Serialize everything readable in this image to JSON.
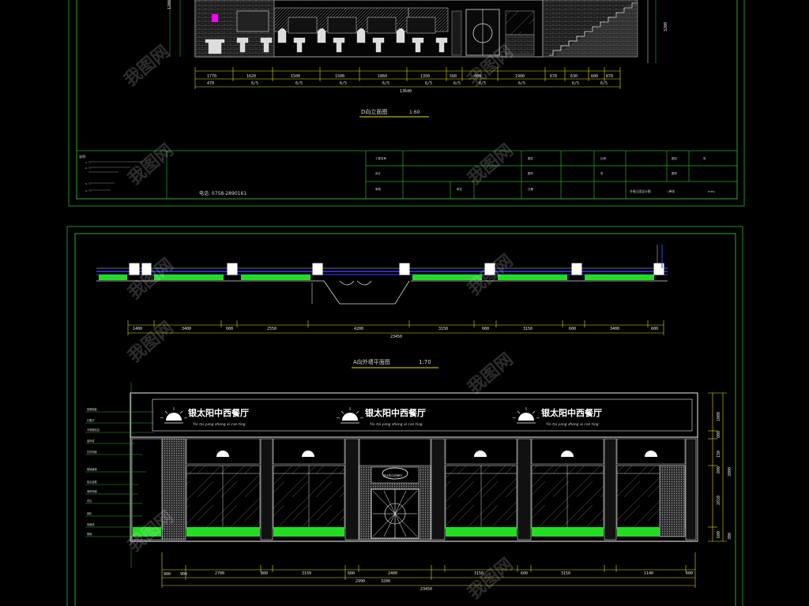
{
  "top_sheet": {
    "view_title": "D向立面图",
    "view_scale": "1:60",
    "phone": "电话: 0758-2890161",
    "dims_row1": [
      "1770",
      "1620",
      "1500",
      "1500",
      "1860",
      "1350",
      "560",
      "460",
      "1900",
      "670",
      "630",
      "600",
      "870"
    ],
    "dims_row2": [
      "470",
      "6/5",
      "6/5",
      "6/5",
      "6/5",
      "6/5",
      "6/5",
      "6/5",
      "6/5",
      "6/5",
      "6/5"
    ],
    "total_dim": "13640",
    "side_dims": [
      "1200",
      "3200"
    ],
    "title_block": {
      "project_label": "工程名称",
      "design_label": "设计",
      "check_label": "审核",
      "approve_label": "审定",
      "drawing_name_label": "图名",
      "drawing_no_label": "图号",
      "date_label": "日期",
      "scale_label": "比例",
      "sheet_label": "张",
      "drawing_name": "外墙立面设计图",
      "ratio_text": "(单张",
      "ratio_text2": "mm)"
    },
    "notes": [
      "说明:",
      "1. ....",
      "2. ....",
      "3. ....",
      "4. ...."
    ]
  },
  "bottom_sheet": {
    "plan_title": "A向外墙平面图",
    "plan_scale": "1:70",
    "plan_dims": [
      "1400",
      "3400",
      "600",
      "2550",
      "4200",
      "3150",
      "600",
      "3150",
      "600",
      "3400",
      "600"
    ],
    "plan_total": "23450",
    "sign_name": "银太阳中西餐厅",
    "sign_pinyin": "Yin tai yang zhong xi can ting",
    "badge_text": "银太阳中西餐厅",
    "left_labels": [
      "招牌面板",
      "灯箱字",
      "不锈钢包边",
      "装饰线",
      "石材饰面",
      "玻璃幕墙",
      "铝合金框",
      "墙砖饰面",
      "花坛",
      "绿化",
      "地面线",
      "基础"
    ],
    "elev_dims": [
      "900",
      "900",
      "2700",
      "800",
      "3150",
      "600",
      "2400",
      "3150",
      "600",
      "3150",
      "1140",
      "600"
    ],
    "elev_dims2": [
      "2990",
      "3200"
    ],
    "elev_total": "23450",
    "right_dims": [
      "1000",
      "800",
      "150",
      "800",
      "2650",
      "3000",
      "600",
      "300"
    ],
    "watermark": "我图网"
  },
  "colors": {
    "frame": "#1e8f1e",
    "line": "#2ea82e",
    "yellow": "#e8e000",
    "grass": "#22dd22",
    "blue": "#3a3aff",
    "magenta": "#ff00ff",
    "white": "#ffffff",
    "gray": "#8a8a8a"
  }
}
